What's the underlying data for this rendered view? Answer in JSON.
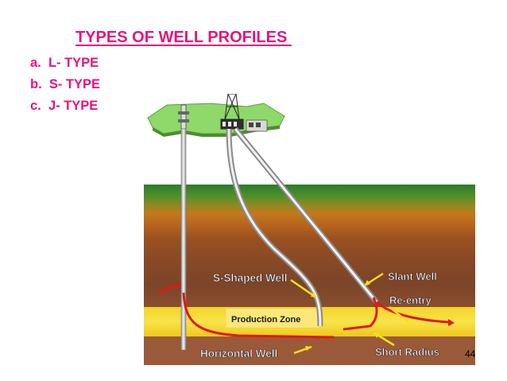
{
  "slide": {
    "title": "TYPES OF WELL PROFILES ",
    "list": [
      {
        "marker": "a.",
        "text": "L- TYPE"
      },
      {
        "marker": "b.",
        "text": "S- TYPE"
      },
      {
        "marker": "c.",
        "text": "J- TYPE"
      }
    ],
    "page_number": "44"
  },
  "diagram": {
    "labels": {
      "s_shaped": "S-Shaped Well",
      "slant": "Slant Well",
      "reentry": "Re-entry",
      "production_zone": "Production Zone",
      "horizontal": "Horizontal Well",
      "short_radius": "Short Radius"
    },
    "colors": {
      "title_pink": "#e8127c",
      "well_red": "#e01818",
      "arrow_yellow": "#f7e01a",
      "production_yellow": "#f7d92a",
      "surface_green": "#8fd86a"
    }
  }
}
